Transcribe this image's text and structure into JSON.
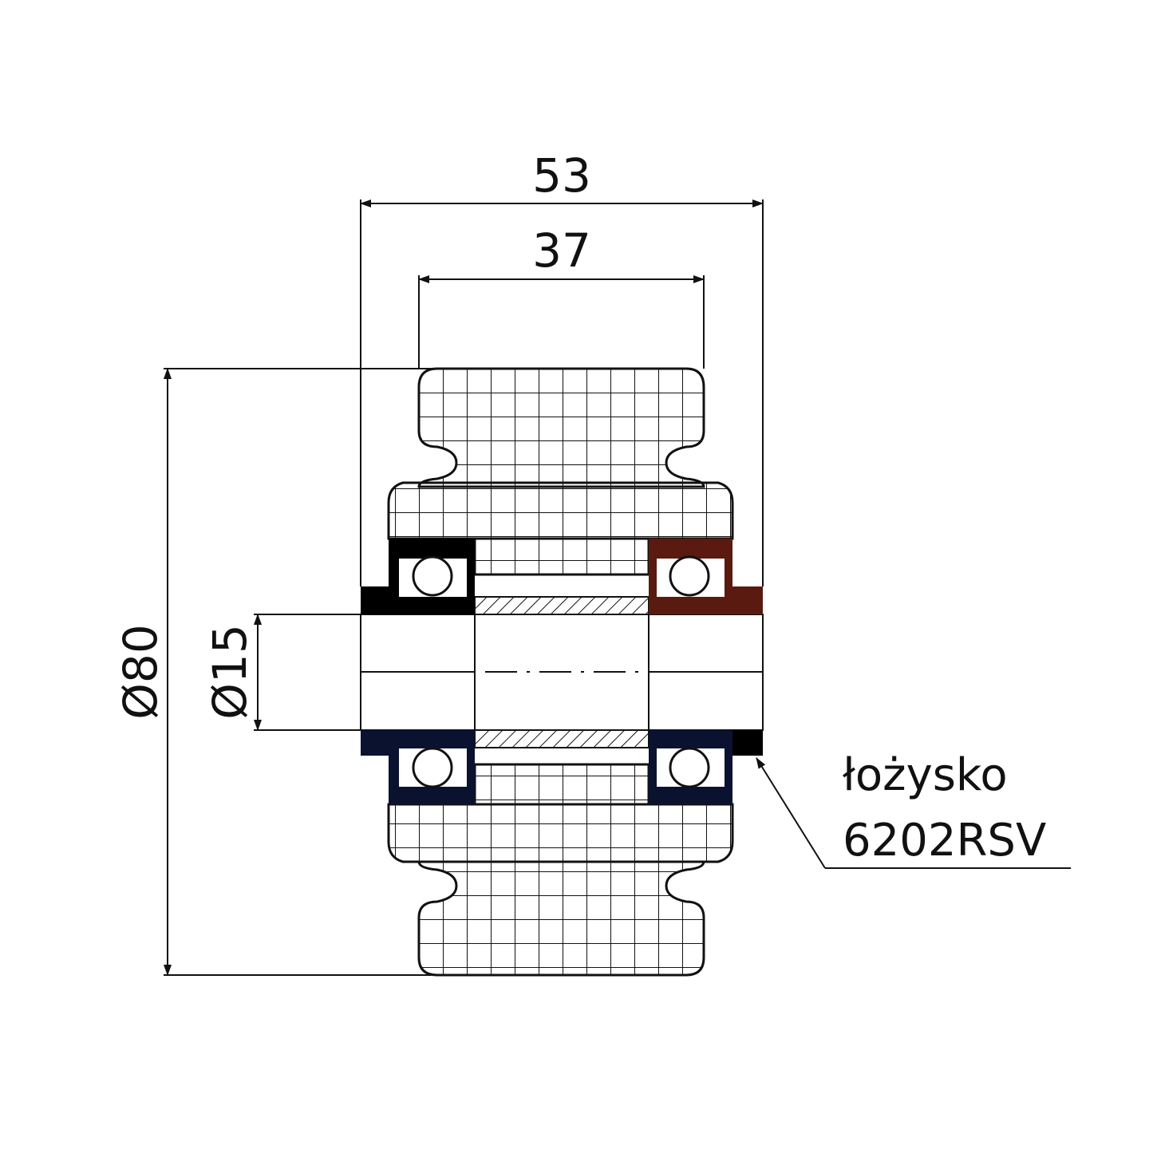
{
  "dimensions": {
    "overall_width": "53",
    "tread_width": "37",
    "outer_diameter": "Ø80",
    "bore_diameter": "Ø15"
  },
  "bearing_label": {
    "line1": "łożysko",
    "line2": "6202RSV"
  },
  "colors": {
    "line": "#111111",
    "bearing_left": "#000000",
    "bearing_right": "#5a1a0f",
    "bearing_bottom": "#0b1230",
    "background": "#ffffff"
  }
}
